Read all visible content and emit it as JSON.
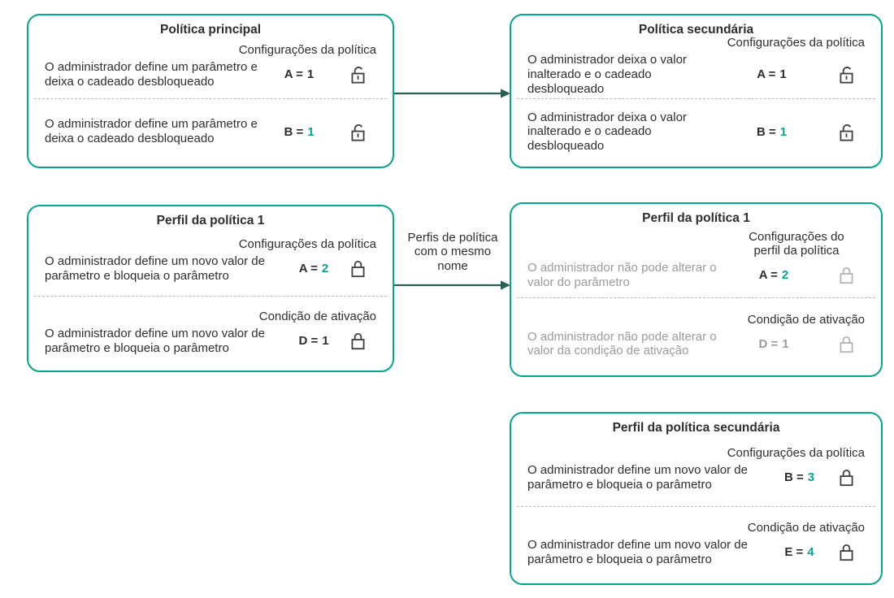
{
  "colors": {
    "teal": "#00A88E",
    "arrow": "#2B5F55",
    "text": "#2E2E2E",
    "muted": "#9B9B9B",
    "divider": "#B9B9B9",
    "lock": "#3F3F3F",
    "lock_disabled": "#B4B4B4"
  },
  "connectors": {
    "middle_label": "Perfis de política com o mesmo nome"
  },
  "boxes": [
    {
      "title": "Política principal",
      "rows": [
        {
          "header": "Configurações da política",
          "desc": "O administrador define um parâmetro e deixa o cadeado desbloqueado",
          "param_label": "A =",
          "value": "1",
          "value_color": "black",
          "lock": "unlocked",
          "state": "normal"
        },
        {
          "desc": "O administrador define um parâmetro e deixa o cadeado desbloqueado",
          "param_label": "B =",
          "value": "1",
          "value_color": "teal",
          "lock": "unlocked",
          "state": "normal"
        }
      ]
    },
    {
      "title": "Política secundária",
      "rows": [
        {
          "header": "Configurações da política",
          "desc": "O administrador deixa o valor inalterado e o cadeado desbloqueado",
          "param_label": "A =",
          "value": "1",
          "value_color": "black",
          "lock": "unlocked",
          "state": "normal"
        },
        {
          "desc": "O administrador deixa o valor inalterado e o cadeado desbloqueado",
          "param_label": "B =",
          "value": "1",
          "value_color": "teal",
          "lock": "unlocked",
          "state": "normal"
        }
      ]
    },
    {
      "title": "Perfil da política 1",
      "rows": [
        {
          "header": "Configurações da política",
          "desc": "O administrador define um novo valor de parâmetro e bloqueia o parâmetro",
          "param_label": "A =",
          "value": "2",
          "value_color": "teal",
          "lock": "locked",
          "state": "normal"
        },
        {
          "header": "Condição de ativação",
          "desc": "O administrador define um novo valor de parâmetro e bloqueia o parâmetro",
          "param_label": "D =",
          "value": "1",
          "value_color": "black",
          "lock": "locked",
          "state": "normal"
        }
      ]
    },
    {
      "title": "Perfil da política 1",
      "rows": [
        {
          "header": "Configurações do perfil da política",
          "desc": "O administrador não pode alterar o valor do parâmetro",
          "param_label": "A =",
          "value": "2",
          "value_color": "teal",
          "lock": "locked",
          "state": "disabled"
        },
        {
          "header": "Condição de ativação",
          "desc": "O administrador não pode alterar o valor da condição de ativação",
          "param_label": "D =",
          "value": "1",
          "value_color": "gray",
          "lock": "locked",
          "state": "disabled"
        }
      ]
    },
    {
      "title": "Perfil da política secundária",
      "rows": [
        {
          "header": "Configurações da política",
          "desc": "O administrador define um novo valor de parâmetro e bloqueia o parâmetro",
          "param_label": "B =",
          "value": "3",
          "value_color": "teal",
          "lock": "locked",
          "state": "normal"
        },
        {
          "header": "Condição de ativação",
          "desc": "O administrador define um novo valor de parâmetro e bloqueia o parâmetro",
          "param_label": "E =",
          "value": "4",
          "value_color": "teal",
          "lock": "locked",
          "state": "normal"
        }
      ]
    }
  ]
}
